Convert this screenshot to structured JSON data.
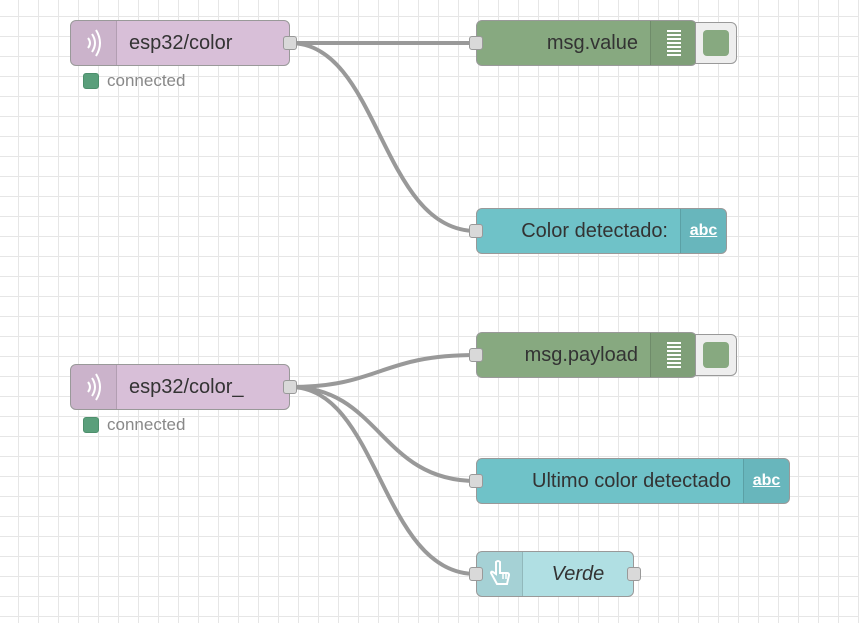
{
  "nodes": {
    "mqtt_in_1": {
      "label": "esp32/color",
      "icon": "mqtt-wave-icon",
      "status": "connected"
    },
    "mqtt_in_2": {
      "label": "esp32/color_",
      "icon": "mqtt-wave-icon",
      "status": "connected"
    },
    "debug_1": {
      "label": "msg.value",
      "icon": "list-lines-icon"
    },
    "debug_2": {
      "label": "msg.payload",
      "icon": "list-lines-icon"
    },
    "text_1": {
      "label": "Color detectado:",
      "icon": "abc-text-icon",
      "icon_text": "abc"
    },
    "text_2": {
      "label": "Ultimo color detectado",
      "icon": "abc-text-icon",
      "icon_text": "abc"
    },
    "button_1": {
      "label": "Verde",
      "icon": "hand-pointer-icon"
    }
  },
  "colors": {
    "mqtt": "#d8bfd8",
    "debug": "#87a980",
    "text": "#6fc2c8",
    "button": "#b0dfe3",
    "status_connected": "#5a9f7b",
    "wire": "#999999"
  }
}
